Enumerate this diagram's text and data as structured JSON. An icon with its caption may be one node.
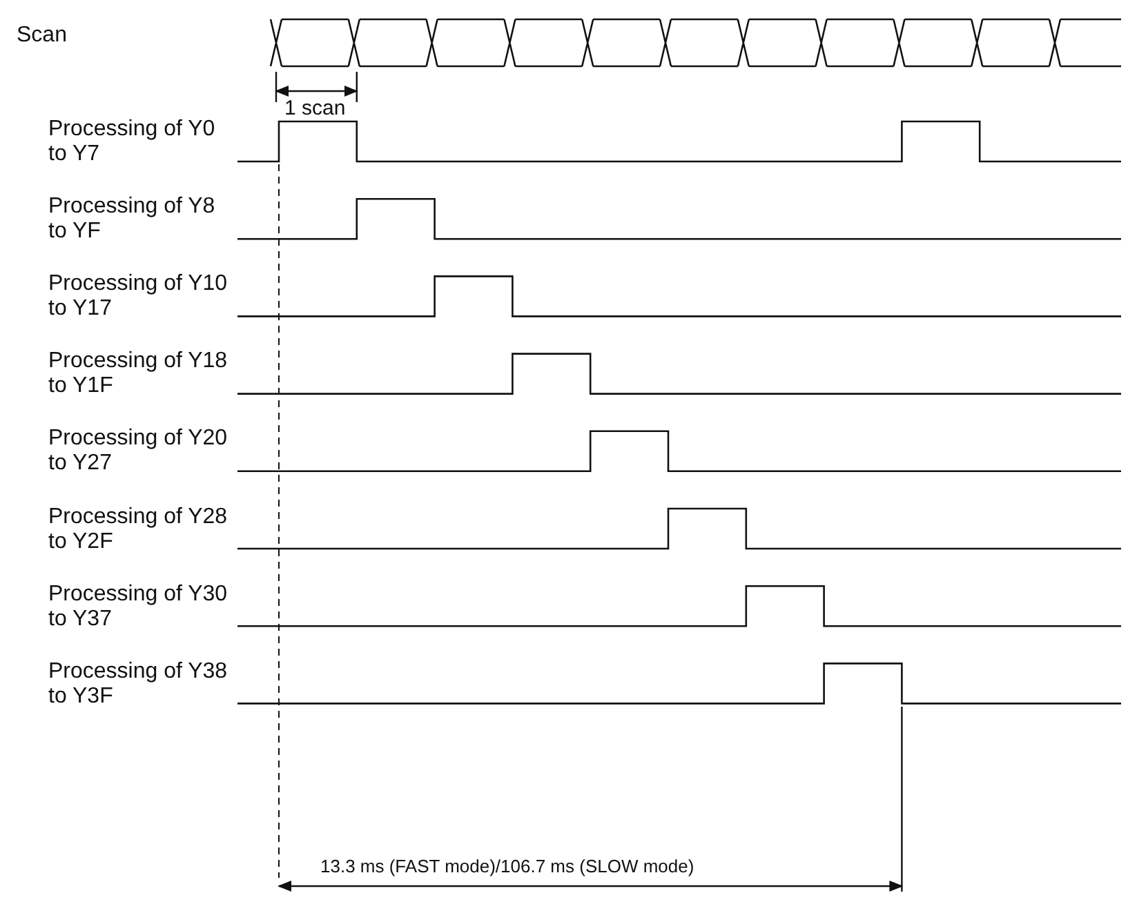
{
  "diagram": {
    "labels": [
      "Scan",
      "1 scan",
      "Processing of Y0 to Y7",
      "Processing of Y8 to YF",
      "Processing of Y10 to Y17",
      "Processing of Y18 to Y1F",
      "Processing of Y20 to Y27",
      "Processing of Y28 to Y2F",
      "Processing of Y30 to Y37",
      "Processing of Y38 to Y3F",
      "13.3 ms (FAST mode)/106.7 ms (SLOW mode)"
    ]
  }
}
